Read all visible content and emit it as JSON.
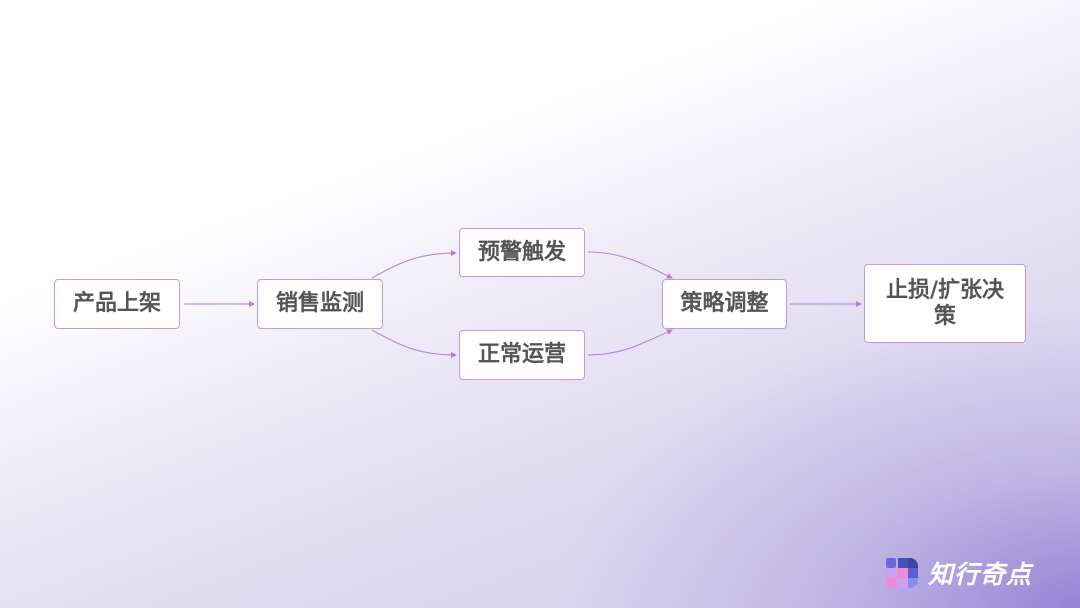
{
  "diagram": {
    "type": "flowchart",
    "nodes": {
      "listing": "产品上架",
      "monitoring": "销售监测",
      "alert": "预警触发",
      "normal": "正常运营",
      "adjust": "策略调整",
      "decision": "止损/扩张决策"
    },
    "edges": [
      {
        "from": "产品上架",
        "to": "销售监测"
      },
      {
        "from": "销售监测",
        "to": "预警触发"
      },
      {
        "from": "销售监测",
        "to": "正常运营"
      },
      {
        "from": "预警触发",
        "to": "策略调整"
      },
      {
        "from": "正常运营",
        "to": "策略调整"
      },
      {
        "from": "策略调整",
        "to": "止损/扩张决策"
      }
    ],
    "colors": {
      "node_border": "#c39ad6",
      "edge": "#b27fd0",
      "text": "#555555"
    }
  },
  "brand": {
    "name": "知行奇点",
    "icon": "pixel-block-logo-icon"
  }
}
